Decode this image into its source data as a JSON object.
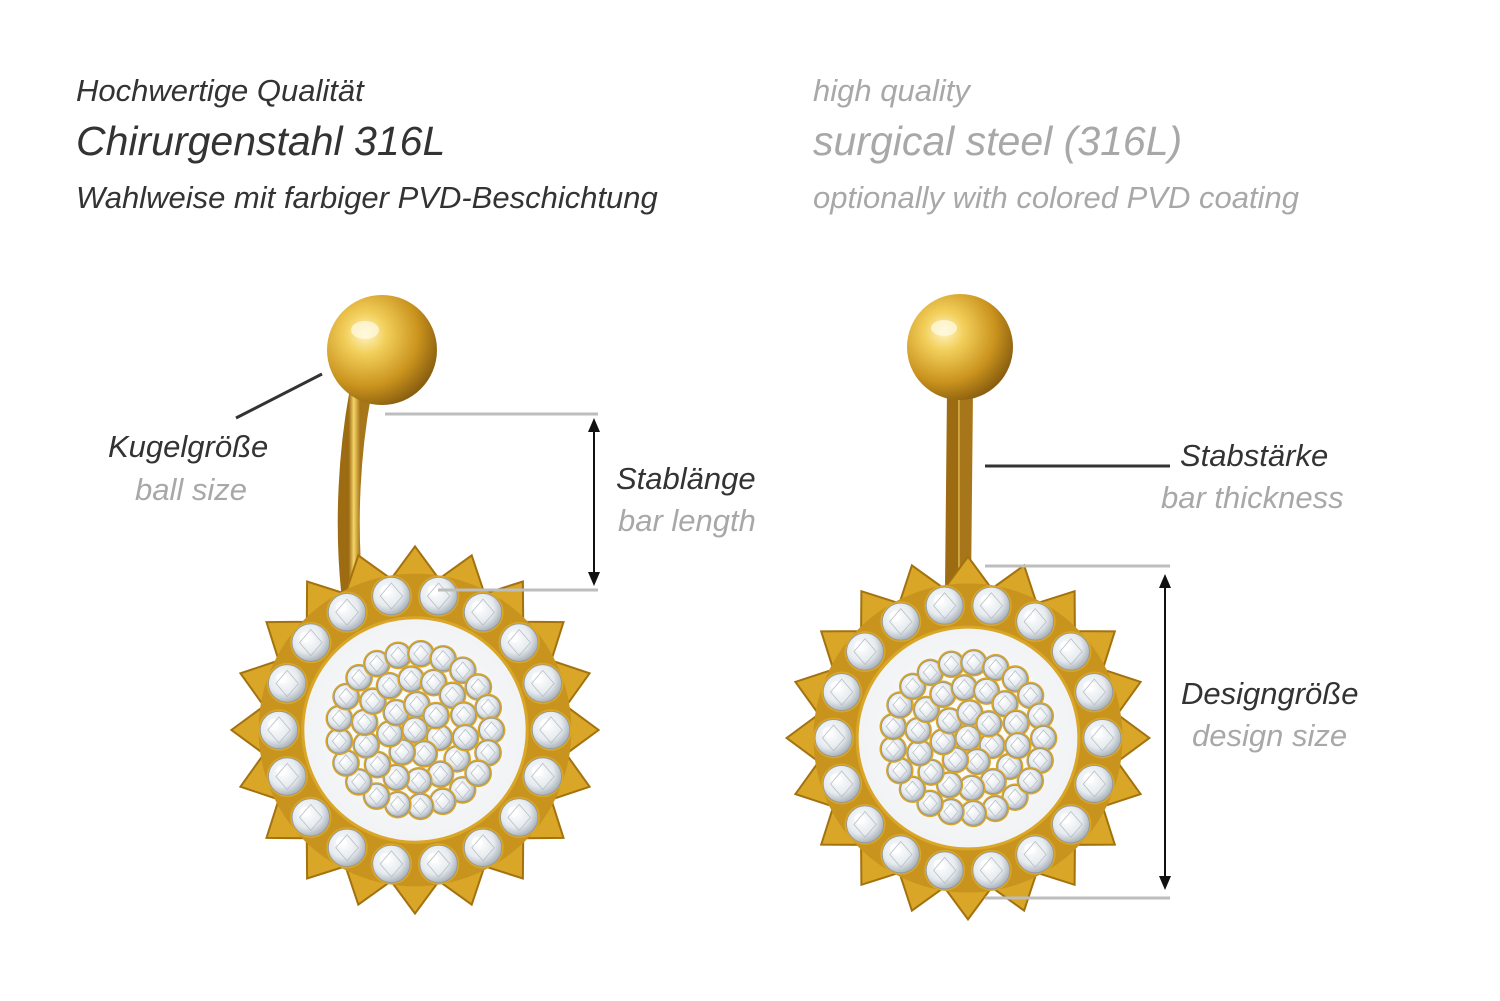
{
  "header": {
    "de": {
      "line1": "Hochwertige Qualität",
      "line2": "Chirurgenstahl 316L",
      "line3": "Wahlweise mit farbiger PVD-Beschichtung"
    },
    "en": {
      "line1": "high quality",
      "line2": "surgical steel (316L)",
      "line3": "optionally with colored PVD coating"
    }
  },
  "labels": {
    "ball_size": {
      "de": "Kugelgröße",
      "en": "ball size"
    },
    "bar_length": {
      "de": "Stablänge",
      "en": "bar length"
    },
    "bar_thickness": {
      "de": "Stabstärke",
      "en": "bar thickness"
    },
    "design_size": {
      "de": "Designgröße",
      "en": "design size"
    }
  },
  "colors": {
    "german_text": "#333333",
    "english_text": "#a8a8a8",
    "gold": "#d9a628",
    "crystal": "#e9eef2",
    "guide_line": "#bdbdbd"
  },
  "icons": [
    "belly-ring-jewelry-left",
    "belly-ring-jewelry-right",
    "double-arrow-icon"
  ]
}
